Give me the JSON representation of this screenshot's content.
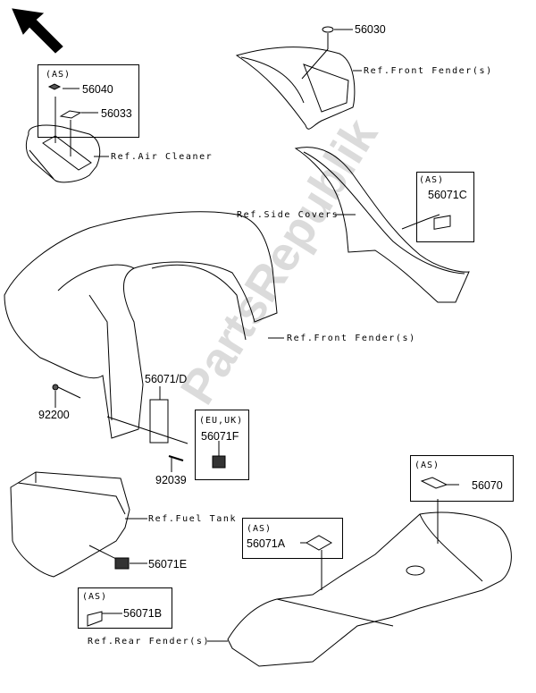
{
  "watermark": "PartsRepublik",
  "direction_arrow": "front-direction-arrow",
  "groups": {
    "air_cleaner": {
      "tag": "(AS)",
      "parts": [
        "56040",
        "56033"
      ],
      "ref": "Ref.Air Cleaner"
    },
    "front_fender_top": {
      "part": "56030",
      "ref": "Ref.Front Fender(s)"
    },
    "side_covers": {
      "tag": "(AS)",
      "part": "56071C",
      "ref": "Ref.Side Covers"
    },
    "front_fender_main": {
      "ref": "Ref.Front Fender(s)",
      "parts": [
        "92200",
        "56071/D",
        "92039"
      ]
    },
    "eu_uk": {
      "tag": "(EU,UK)",
      "part": "56071F"
    },
    "fuel_tank": {
      "ref": "Ref.Fuel Tank",
      "part": "56071E"
    },
    "box_56071b": {
      "tag": "(AS)",
      "part": "56071B"
    },
    "rear_fender": {
      "ref": "Ref.Rear Fender(s)"
    },
    "box_56071a": {
      "tag": "(AS)",
      "part": "56071A"
    },
    "box_56070": {
      "tag": "(AS)",
      "part": "56070"
    }
  }
}
